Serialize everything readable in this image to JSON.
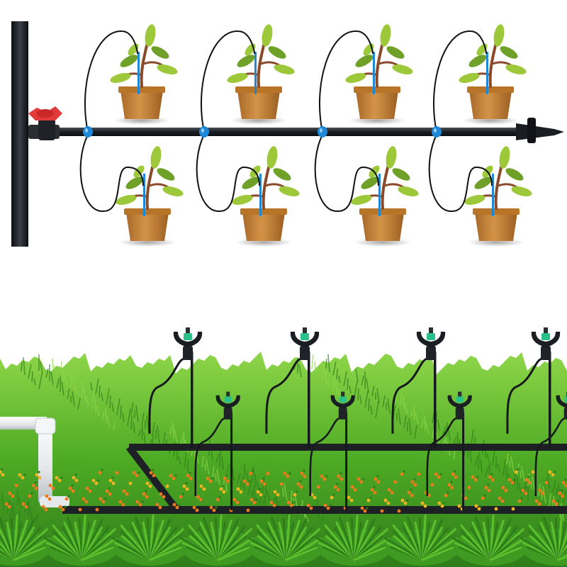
{
  "top_panel": {
    "supply_pipe": "vertical-supply-pipe",
    "valve": "red-shutoff-valve",
    "main_line": "horizontal-drip-line",
    "end_plug": "end-cap-plug",
    "plants": [
      {
        "row": "upper",
        "index": 1,
        "icon": "potted-plant-icon"
      },
      {
        "row": "upper",
        "index": 2,
        "icon": "potted-plant-icon"
      },
      {
        "row": "upper",
        "index": 3,
        "icon": "potted-plant-icon"
      },
      {
        "row": "upper",
        "index": 4,
        "icon": "potted-plant-icon"
      },
      {
        "row": "lower",
        "index": 1,
        "icon": "potted-plant-icon"
      },
      {
        "row": "lower",
        "index": 2,
        "icon": "potted-plant-icon"
      },
      {
        "row": "lower",
        "index": 3,
        "icon": "potted-plant-icon"
      },
      {
        "row": "lower",
        "index": 4,
        "icon": "potted-plant-icon"
      }
    ],
    "emitter_count": 4
  },
  "bottom_panel": {
    "scene": "lawn-sprinkler-system",
    "sprinklers_back_row": 4,
    "sprinklers_front_row": 4,
    "feed_pipe": "white-pvc-feed-pipe"
  },
  "colors": {
    "pipe": "#1a1d22",
    "valve": "#e23a3a",
    "emitter": "#1e88d6",
    "pot": "#c8873a",
    "pot_rim": "#b87527",
    "leaf": "#9cc83a",
    "leaf_dark": "#6fa028",
    "stem": "#8a4a2a",
    "grass": "#5cb82e",
    "grass_light": "#8fd64a",
    "grass_dark": "#2f7d1a",
    "flower": "#f07a1e",
    "sprinkler_nozzle": "#2bbf8a",
    "pvc": "#eef0f2"
  }
}
